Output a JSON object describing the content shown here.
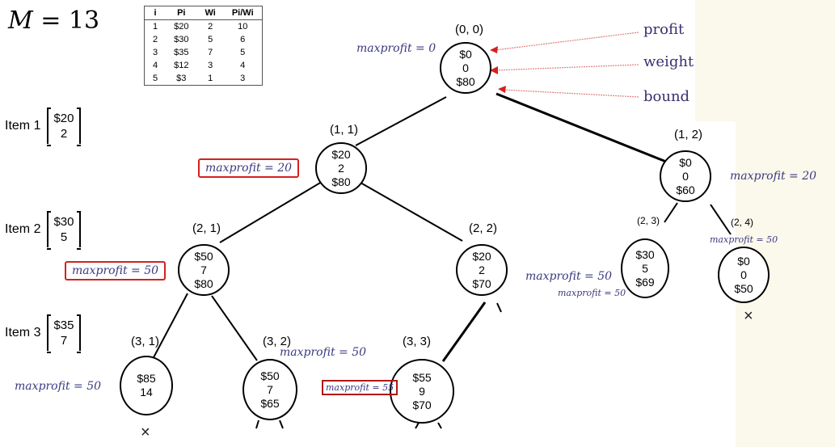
{
  "constraint": {
    "symbol": "M",
    "eq": "=",
    "value": "13"
  },
  "item_table": {
    "headers": [
      "i",
      "Pi",
      "Wi",
      "Pi/Wi"
    ],
    "rows": [
      [
        "1",
        "$20",
        "2",
        "10"
      ],
      [
        "2",
        "$30",
        "5",
        "6"
      ],
      [
        "3",
        "$35",
        "7",
        "5"
      ],
      [
        "4",
        "$12",
        "3",
        "4"
      ],
      [
        "5",
        "$3",
        "1",
        "3"
      ]
    ]
  },
  "item_labels": [
    {
      "label": "Item 1",
      "profit": "$20",
      "weight": "2"
    },
    {
      "label": "Item 2",
      "profit": "$30",
      "weight": "5"
    },
    {
      "label": "Item 3",
      "profit": "$35",
      "weight": "7"
    }
  ],
  "legend": {
    "profit": "profit",
    "weight": "weight",
    "bound": "bound"
  },
  "nodes": [
    {
      "coord": "(0, 0)",
      "profit": "$0",
      "weight": "0",
      "bound": "$80",
      "maxprofit": "maxprofit = 0"
    },
    {
      "coord": "(1, 1)",
      "profit": "$20",
      "weight": "2",
      "bound": "$80",
      "maxprofit": "maxprofit = 20"
    },
    {
      "coord": "(1, 2)",
      "profit": "$0",
      "weight": "0",
      "bound": "$60",
      "maxprofit": "maxprofit = 20"
    },
    {
      "coord": "(2, 1)",
      "profit": "$50",
      "weight": "7",
      "bound": "$80",
      "maxprofit": "maxprofit = 50"
    },
    {
      "coord": "(2, 2)",
      "profit": "$20",
      "weight": "2",
      "bound": "$70",
      "maxprofit": "maxprofit = 50"
    },
    {
      "coord": "(2, 3)",
      "profit": "$30",
      "weight": "5",
      "bound": "$69",
      "maxprofit": "maxprofit = 50"
    },
    {
      "coord": "(2, 4)",
      "profit": "$0",
      "weight": "0",
      "bound": "$50",
      "maxprofit": "maxprofit = 50"
    },
    {
      "coord": "(3, 1)",
      "profit": "$85",
      "weight": "14",
      "bound": "",
      "maxprofit": "maxprofit = 50"
    },
    {
      "coord": "(3, 2)",
      "profit": "$50",
      "weight": "7",
      "bound": "$65",
      "maxprofit": "maxprofit = 50"
    },
    {
      "coord": "(3, 3)",
      "profit": "$55",
      "weight": "9",
      "bound": "$70",
      "maxprofit": "maxprofit = 55"
    }
  ],
  "extra_maxprofit": "maxprofit = 50",
  "pruned_mark": "×"
}
